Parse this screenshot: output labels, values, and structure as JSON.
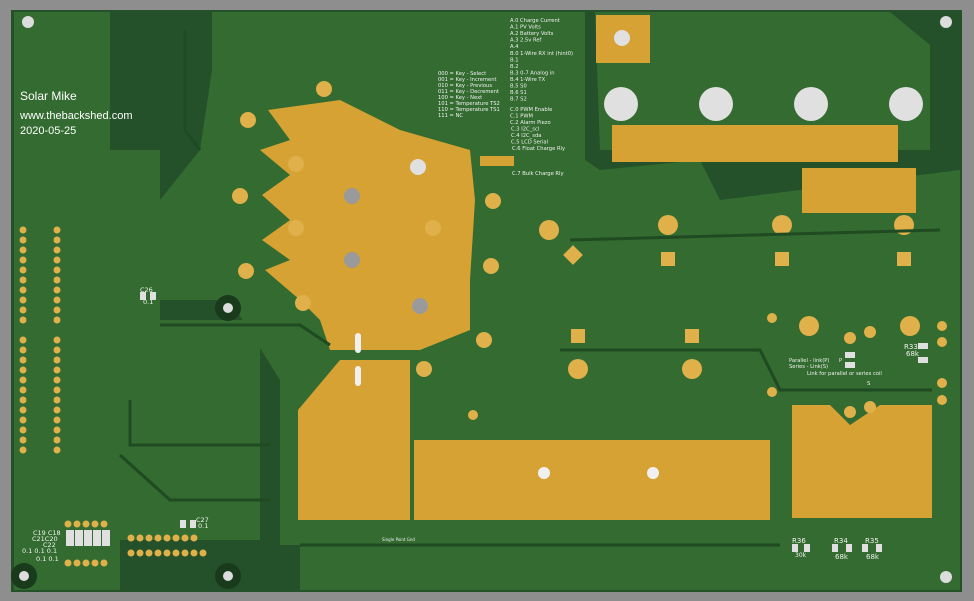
{
  "colors": {
    "board_dark": "#24512a",
    "board": "#336b30",
    "copper": "#d6a234",
    "pad": "#e0b04a",
    "silk": "#f2f2f2",
    "frame": "#8e8e8e"
  },
  "branding": {
    "name": "Solar Mike",
    "url": "www.thebackshed.com",
    "date": "2020-05-25"
  },
  "pin_map": [
    "A.0 Charge Current",
    "A.1 PV Volts",
    "A.2 Battery Volts",
    "A.3 2.5v Ref",
    "A.4",
    "B.0 1-Wire RX int (hint0)",
    "B.1",
    "B.2",
    "B.3 0-7 Analog in",
    "B.4 1-Wire TX",
    "B.5 S0",
    "B.6 S1",
    "B.7 S2",
    "C.0 PWM Enable",
    "C.1 PWM",
    "C.2 Alarm Piezo",
    "C.3 I2C_scl",
    "C.4 I2C_sda",
    "C.5 LCD Serial",
    "C.6 Float Charge Rly",
    "C.7 Bulk Charge Rly"
  ],
  "key_map": [
    "000 = Key - Select",
    "001 = Key - Increment",
    "010 = Key - Previous",
    "011 = Key - Decrement",
    "100 = Key - Next",
    "101 = Temperature TS2",
    "110 = Temperature TS1",
    "111 = NC"
  ],
  "link_notes": {
    "parallel": "Parallel - link(P)",
    "series": "Series - Link(S)",
    "p": "P",
    "s": "S",
    "note": "Link for parallel or series coil"
  },
  "components": {
    "r33": {
      "ref": "R33",
      "val": "68k"
    },
    "r34": {
      "ref": "R34",
      "val": "68k"
    },
    "r35": {
      "ref": "R35",
      "val": "68k"
    },
    "r36": {
      "ref": "R36",
      "val": "30k"
    },
    "c26": {
      "ref": "C26",
      "val": "0.1"
    },
    "c27": {
      "ref": "C27",
      "val": "0.1"
    },
    "caps_refs1": "C19 C18",
    "caps_refs2": "C21C20",
    "caps_refs3": "C22",
    "caps_vals1": "0.1 0.1 0.1",
    "caps_vals2": "0.1 0.1"
  },
  "single_point": "Single Point Gnd"
}
